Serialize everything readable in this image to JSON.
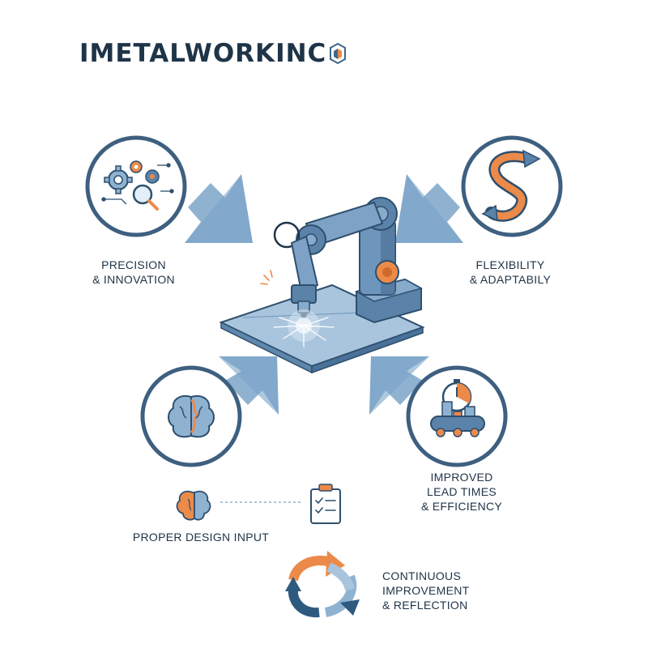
{
  "brand": {
    "name": "IMETALWORKINC"
  },
  "colors": {
    "navy": "#1e3448",
    "steel": "#3e678c",
    "arrow_blue": "#8fb2d1",
    "accent_orange": "#ec8a4a",
    "ring": "#3e5f80"
  },
  "nodes": {
    "precision": {
      "line1": "PRECISION",
      "line2": "& INNOVATION",
      "icon": "gears-magnifier-icon"
    },
    "flexibility": {
      "line1": "FLEXIBILITY",
      "line2": "& ADAPTABILY",
      "icon": "flexible-s-arrows-icon"
    },
    "design": {
      "line1": "PROPER DESIGN INPUT",
      "icon": "brain-icon"
    },
    "lead_times": {
      "line1": "IMPROVED",
      "line2": "LEAD TIMES",
      "line3": "& EFFICIENCY",
      "icon": "stopwatch-conveyor-icon"
    },
    "continuous": {
      "line1": "CONTINUOUS",
      "line2": "IMPROVEMENT",
      "line3": "& REFLECTION",
      "icon": "cycle-arrows-icon"
    }
  },
  "center": {
    "icon": "robotic-welding-arm-icon"
  }
}
